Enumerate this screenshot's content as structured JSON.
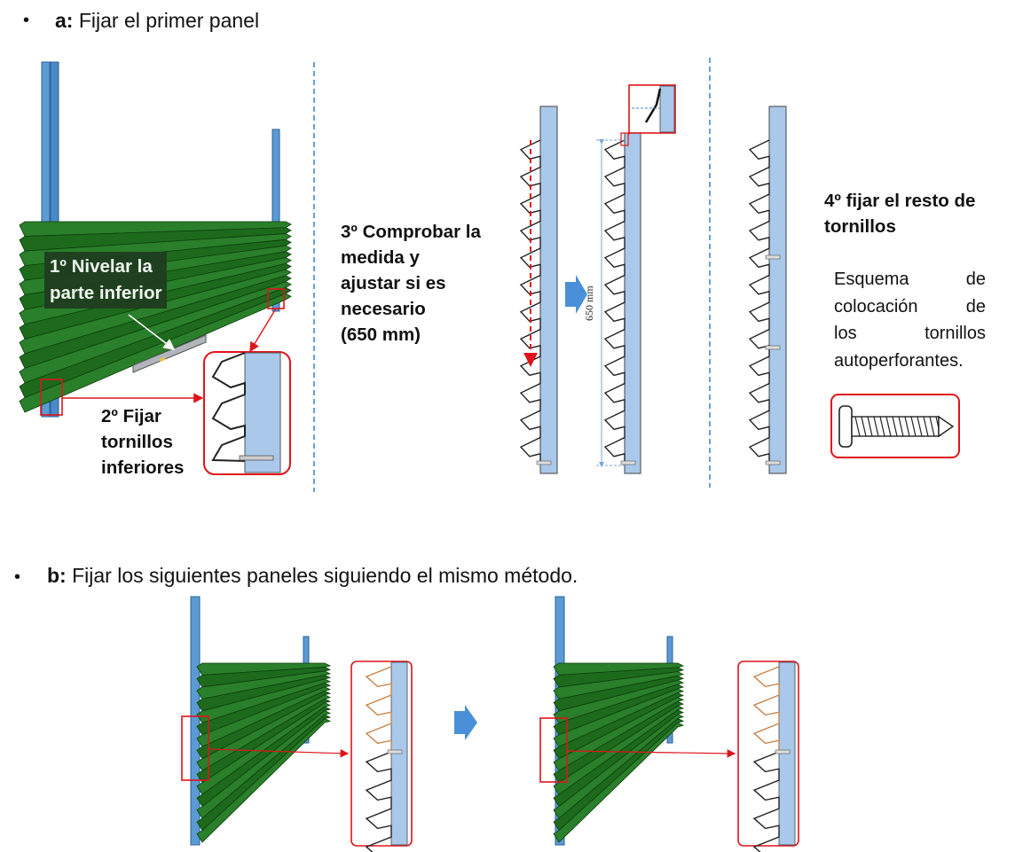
{
  "section_a": {
    "bullet": "•",
    "title_bold": "a:",
    "title_rest": " Fijar el primer panel",
    "step1_lines": [
      "1º  Nivelar la",
      "parte inferior"
    ],
    "step2_lines": [
      "2º Fijar",
      "tornillos",
      "inferiores"
    ],
    "step3_lines": [
      "3º Comprobar la",
      "medida y",
      "ajustar si es",
      "necesario",
      "(650 mm)"
    ],
    "step4_lines": [
      "4º fijar el resto de",
      "tornillos"
    ],
    "scheme_lines": [
      "Esquema de",
      "colocación de",
      "los tornillos",
      "autoperforantes."
    ],
    "measure_label": "650 mm"
  },
  "section_b": {
    "bullet": "•",
    "title_bold": "b:",
    "title_rest": " Fijar los siguientes paneles siguiendo el mismo método."
  },
  "colors": {
    "panel_green": "#1e6b1e",
    "post_blue": "#5b9bd5",
    "profile_blue": "#a9c8ea",
    "callout_red": "#e0141a",
    "divider_blue": "#4a86c8",
    "arrow_blue": "#4a90d9",
    "screw_tan": "#c8844a"
  }
}
